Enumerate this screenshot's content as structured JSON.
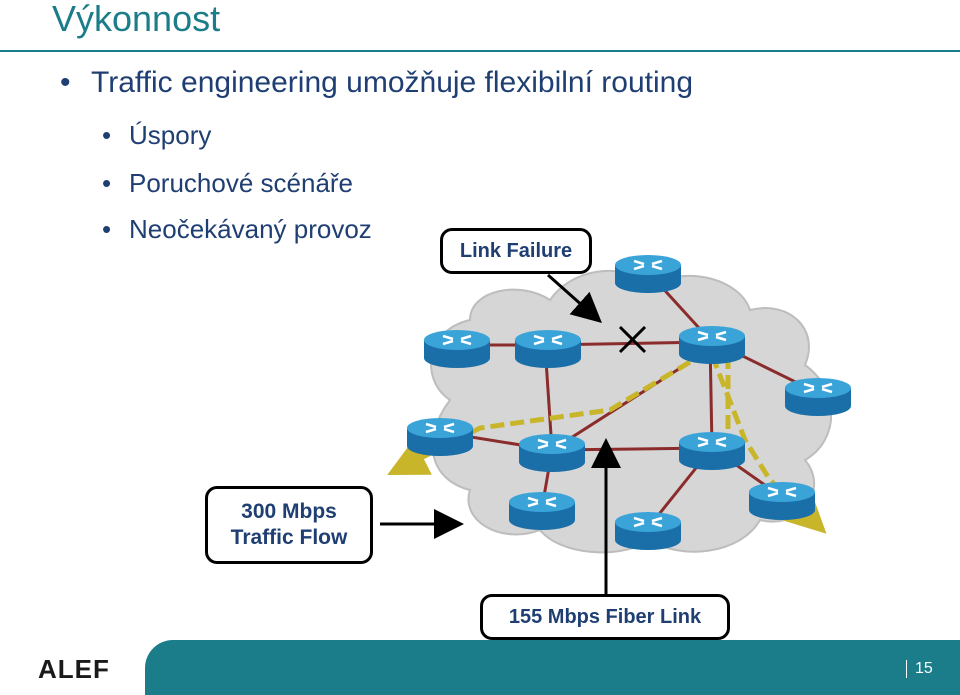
{
  "slide": {
    "title": "Výkonnost",
    "bullets": [
      {
        "text": "Traffic engineering umožňuje flexibilní routing"
      },
      {
        "text": "Úspory"
      },
      {
        "text": "Poruchové scénáře"
      },
      {
        "text": "Neočekávaný provoz"
      }
    ]
  },
  "diagram": {
    "labels": {
      "link_failure": "Link Failure",
      "traffic_flow_line1": "300 Mbps",
      "traffic_flow_line2": "Traffic Flow",
      "fiber_link": "155 Mbps Fiber Link"
    },
    "colors": {
      "cloud": "#d6d6d6",
      "link": "#8b2c2c",
      "flow": "#c8b52a",
      "router_top": "#3aa3d8",
      "router_side": "#1a6fa8"
    },
    "icons": [
      "router-icon",
      "failure-x-icon",
      "arrow-icon"
    ]
  },
  "footer": {
    "logo": "ALEF",
    "page_number": "15"
  }
}
